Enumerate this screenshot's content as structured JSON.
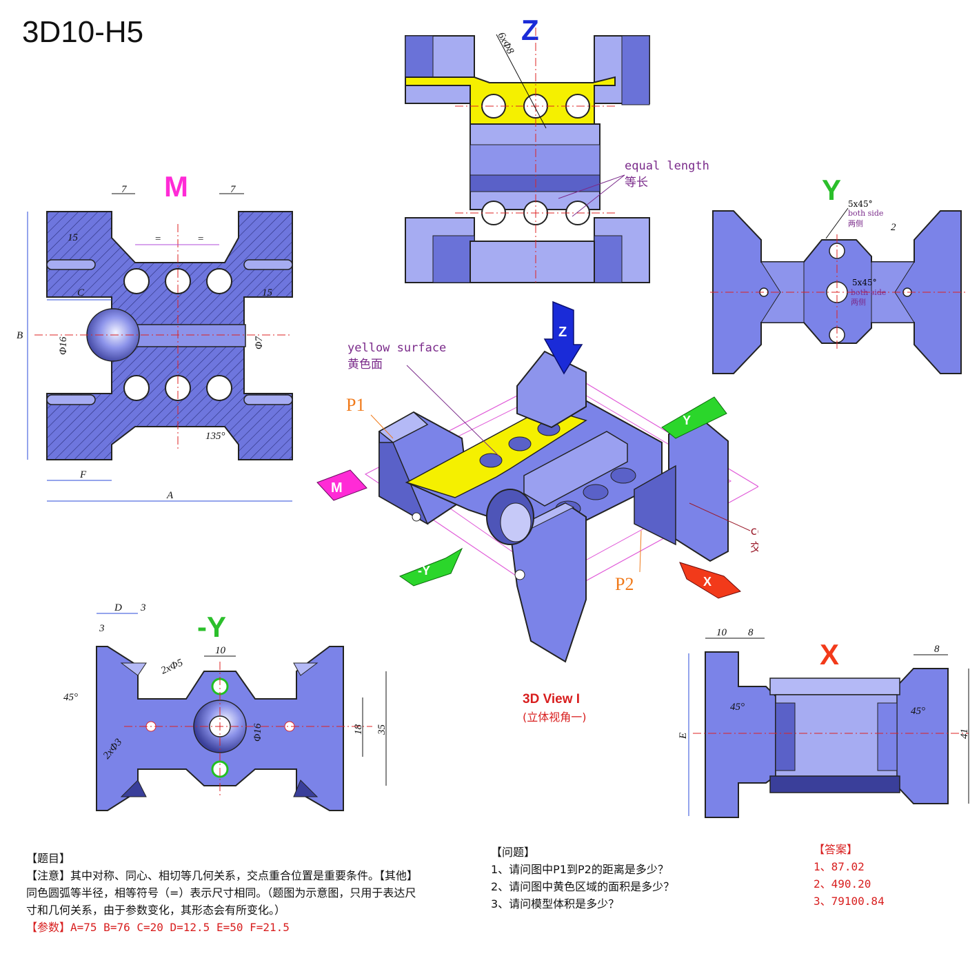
{
  "title": "3D10-H5",
  "views": {
    "z": "Z",
    "m": "M",
    "y": "Y",
    "neg_y": "-Y",
    "x": "X",
    "iso_caption": "3D View I",
    "iso_caption_cn": "(立体视角一)"
  },
  "annotations": {
    "equal_length": "equal length",
    "equal_length_cn": "等长",
    "yellow_surface": "yellow surface",
    "yellow_surface_cn": "黄色面",
    "coincidence": "coincidence",
    "coincidence_cn": "交点重合",
    "p1": "P1",
    "p2": "P2",
    "both_side": "both side",
    "both_side_cn": "两侧",
    "chamfer": "5x45°"
  },
  "dims": {
    "z_holes": "6xΦ8",
    "m_7a": "7",
    "m_7b": "7",
    "m_15a": "15",
    "m_15b": "15",
    "m_c": "C",
    "m_b": "B",
    "m_f": "F",
    "m_a": "A",
    "m_d16": "Φ16",
    "m_d7": "Φ7",
    "m_135": "135°",
    "m_eq": "=",
    "y_2": "2",
    "ny_d": "D",
    "ny_3a": "3",
    "ny_3b": "3",
    "ny_10": "10",
    "ny_2x5": "2xΦ5",
    "ny_2x3": "2xΦ3",
    "ny_45": "45°",
    "ny_d16": "Φ16",
    "ny_18": "18",
    "ny_35": "35",
    "x_10": "10",
    "x_8a": "8",
    "x_8b": "8",
    "x_45a": "45°",
    "x_45b": "45°",
    "x_e": "E",
    "x_41": "41"
  },
  "problem": {
    "heading": "【题目】",
    "note_label": "【注意】",
    "note_text": "其中对称、同心、相切等几何关系，交点重合位置是重要条件。",
    "other_label": "【其他】",
    "other_text": "同色圆弧等半径，相等符号（=）表示尺寸相同。（题图为示意图，只用于表达尺寸和几何关系，由于参数变化，其形态会有所变化。）",
    "params_label": "【参数】",
    "params_text": "A=75 B=76 C=20 D=12.5  E=50  F=21.5"
  },
  "questions": {
    "heading": "【问题】",
    "items": [
      "1、请问图中P1到P2的距离是多少？",
      "2、请问图中黄色区域的面积是多少？",
      "3、请问模型体积是多少？"
    ]
  },
  "answers": {
    "heading": "【答案】",
    "items": [
      "1、87.02",
      "2、490.20",
      "3、79100.84"
    ]
  },
  "colors": {
    "part_fill": "#7b83e8",
    "part_light": "#a6acf2",
    "part_dark": "#4e55b8",
    "yellow": "#f5f000",
    "view_m": "#ff2bd6",
    "view_z": "#1a2bd8",
    "view_y": "#2bbf2b",
    "view_x": "#f23a1a"
  }
}
